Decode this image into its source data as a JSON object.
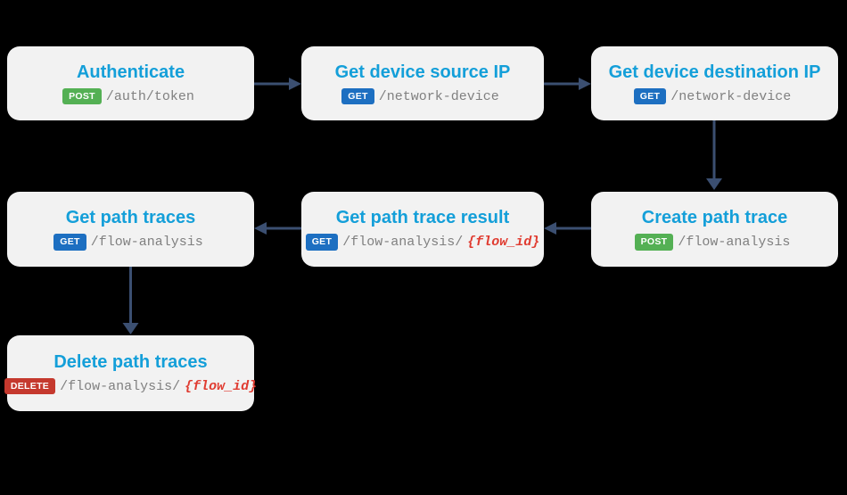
{
  "diagram": {
    "description": "API call flow diagram for path trace workflow",
    "colors": {
      "background": "#000000",
      "card_bg": "#f2f2f2",
      "title_blue": "#149fd9",
      "path_gray": "#808080",
      "param_red": "#e03c31",
      "arrow_navy": "#3b4f71",
      "badge_get_blue": "#1d6fc1",
      "badge_post_green": "#54b054",
      "badge_delete_red": "#c5392e"
    },
    "nodes": [
      {
        "id": "authenticate",
        "title": "Authenticate",
        "method": "POST",
        "path": "/auth/token",
        "param": ""
      },
      {
        "id": "get-device-source-ip",
        "title": "Get device source IP",
        "method": "GET",
        "path": "/network-device",
        "param": ""
      },
      {
        "id": "get-device-destination-ip",
        "title": "Get device destination IP",
        "method": "GET",
        "path": "/network-device",
        "param": ""
      },
      {
        "id": "create-path-trace",
        "title": "Create path trace",
        "method": "POST",
        "path": "/flow-analysis",
        "param": ""
      },
      {
        "id": "get-path-trace-result",
        "title": "Get path trace result",
        "method": "GET",
        "path": "/flow-analysis/",
        "param": "{flow_id}"
      },
      {
        "id": "get-path-traces",
        "title": "Get path traces",
        "method": "GET",
        "path": "/flow-analysis",
        "param": ""
      },
      {
        "id": "delete-path-traces",
        "title": "Delete path traces",
        "method": "DELETE",
        "path": "/flow-analysis/",
        "param": "{flow_id}"
      }
    ],
    "edges": [
      {
        "from": "authenticate",
        "to": "get-device-source-ip",
        "direction": "right"
      },
      {
        "from": "get-device-source-ip",
        "to": "get-device-destination-ip",
        "direction": "right"
      },
      {
        "from": "get-device-destination-ip",
        "to": "create-path-trace",
        "direction": "down"
      },
      {
        "from": "create-path-trace",
        "to": "get-path-trace-result",
        "direction": "left"
      },
      {
        "from": "get-path-trace-result",
        "to": "get-path-traces",
        "direction": "left"
      },
      {
        "from": "get-path-traces",
        "to": "delete-path-traces",
        "direction": "down"
      }
    ]
  }
}
